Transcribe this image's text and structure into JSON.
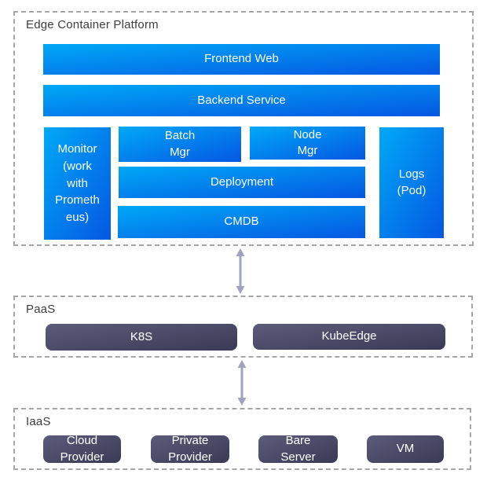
{
  "colors": {
    "blue_start": "#00a9f7",
    "blue_end": "#0557e2",
    "dark_start": "#5c5c7a",
    "dark_end": "#3a3a57",
    "border": "#a7a7a7",
    "arrow": "#a0a2c0",
    "title_text": "#3d3d3d",
    "box_text": "#ffffff"
  },
  "ecp": {
    "title": "Edge Container Platform",
    "frontend_web": "Frontend Web",
    "backend_service": "Backend Service",
    "monitor": "Monitor\n(work\nwith\nPrometh\neus)",
    "batch_mgr": "Batch\nMgr",
    "node_mgr": "Node\nMgr",
    "deployment": "Deployment",
    "cmdb": "CMDB",
    "logs": "Logs\n(Pod)"
  },
  "paas": {
    "title": "PaaS",
    "k8s": "K8S",
    "kubeedge": "KubeEdge"
  },
  "iaas": {
    "title": "IaaS",
    "cloud_provider": "Cloud\nProvider",
    "private_provider": "Private\nProvider",
    "bare_server": "Bare\nServer",
    "vm": "VM"
  }
}
